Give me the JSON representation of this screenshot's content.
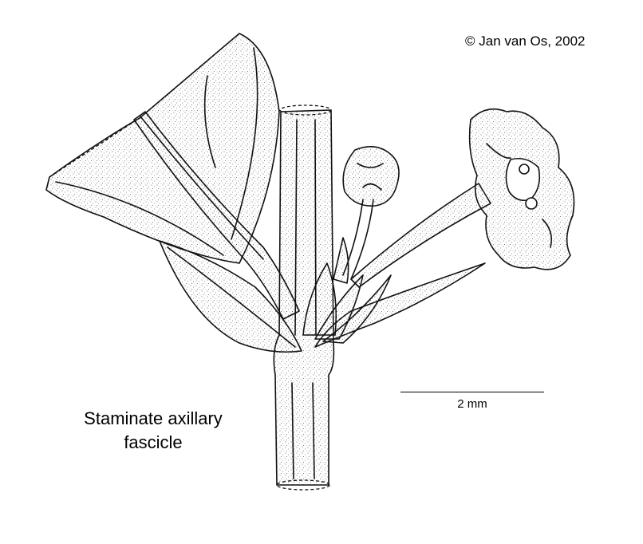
{
  "copyright": "© Jan van Os, 2002",
  "caption": {
    "line1": "Staminate axillary",
    "line2": "fascicle"
  },
  "scale_bar": {
    "label": "2 mm"
  },
  "illustration": {
    "subject": "botanical line drawing",
    "ink_color": "#111111",
    "background_color": "#ffffff"
  }
}
